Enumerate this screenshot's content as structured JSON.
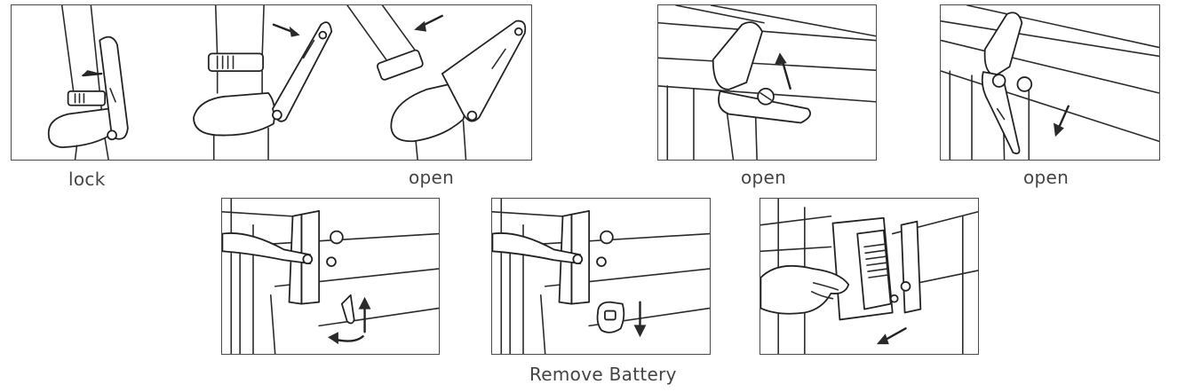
{
  "captions": {
    "lock": "lock",
    "open_1": "open",
    "open_2": "open",
    "open_3": "open",
    "remove_battery": "Remove Battery"
  },
  "colors": {
    "line": "#2a2a2a",
    "frame": "#4a4a4a",
    "caption": "#444444"
  }
}
